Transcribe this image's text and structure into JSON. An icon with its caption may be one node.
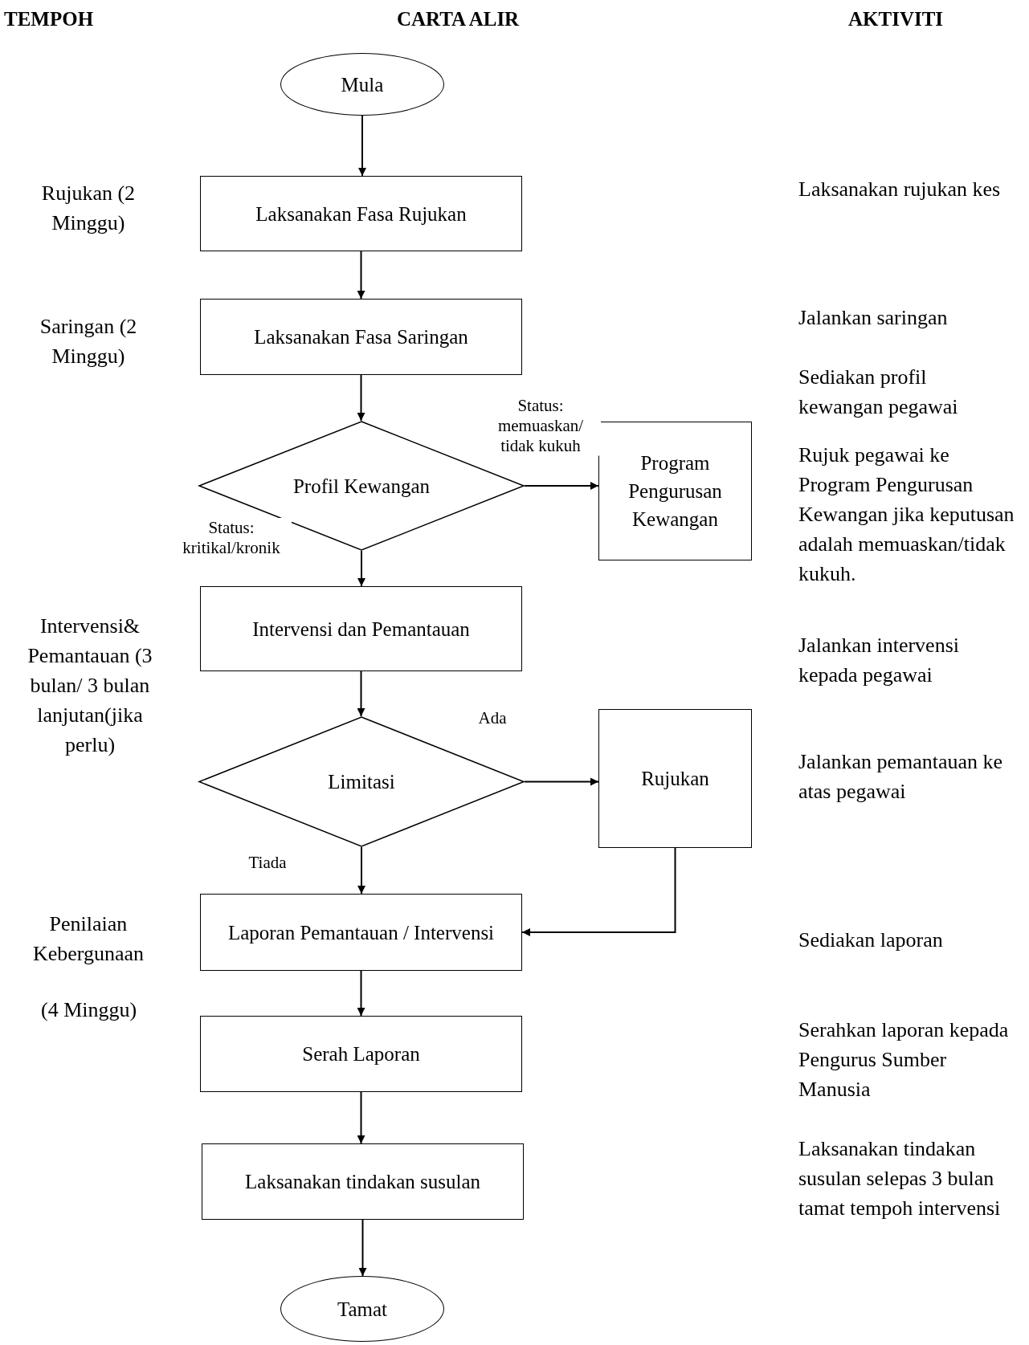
{
  "diagram": {
    "nodes": [
      {
        "text": [
          "Mula"
        ]
      },
      {
        "text": [
          "Laksanakan Fasa Rujukan"
        ]
      },
      {
        "text": [
          "Laksanakan Fasa Saringan"
        ]
      },
      {
        "text": [
          "Profil Kewangan"
        ]
      },
      {
        "text": [
          "Program Pengurusan Kewangan"
        ]
      },
      {
        "text": [
          "Intervensi dan Pemantauan"
        ]
      },
      {
        "text": [
          "Limitasi"
        ]
      },
      {
        "text": [
          "Rujukan"
        ]
      },
      {
        "text": [
          "Laporan Pemantauan / Intervensi"
        ]
      },
      {
        "text": [
          "Serah Laporan"
        ]
      },
      {
        "text": [
          "Laksanakan tindakan susulan"
        ]
      },
      {
        "text": [
          "Tamat"
        ]
      }
    ],
    "edges": [
      {
        "from": 0,
        "to": 1,
        "arrow": "to"
      },
      {
        "from": 1,
        "to": 2,
        "arrow": "to"
      },
      {
        "from": 2,
        "to": 3,
        "arrow": "to"
      },
      {
        "from": 3,
        "to": 4,
        "arrow": "to",
        "label": "Status: memuaskan/ tidak kukuh"
      },
      {
        "from": 3,
        "to": 5,
        "arrow": "to",
        "label": "Status: kritikal/kronik"
      },
      {
        "from": 5,
        "to": 6,
        "arrow": "to"
      },
      {
        "from": 6,
        "to": 7,
        "arrow": "to",
        "label": "Ada"
      },
      {
        "from": 6,
        "to": 8,
        "arrow": "to",
        "label": "Tiada"
      },
      {
        "from": 7,
        "to": 8,
        "arrow": "to"
      },
      {
        "from": 8,
        "to": 9,
        "arrow": "to"
      },
      {
        "from": 9,
        "to": 10,
        "arrow": "to"
      },
      {
        "from": 10,
        "to": 11,
        "arrow": "to"
      }
    ],
    "labels": [
      "TEMPOH",
      "CARTA ALIR",
      "AKTIVITI",
      "Rujukan (2 Minggu)",
      "Saringan (2 Minggu)",
      "Intervensi& Pemantauan (3 bulan/ 3 bulan lanjutan(jika perlu)",
      "Penilaian Kebergunaan",
      "(4 Minggu)",
      "Laksanakan rujukan kes",
      "Jalankan saringan",
      "Sediakan profil kewangan pegawai",
      "Rujuk pegawai ke Program Pengurusan Kewangan jika keputusan adalah memuaskan/tidak kukuh.",
      "Jalankan intervensi kepada pegawai",
      "Jalankan pemantauan ke atas pegawai",
      "Sediakan laporan",
      "Serahkan laporan kepada Pengurus Sumber Manusia",
      "Laksanakan tindakan susulan selepas 3 bulan tamat tempoh intervensi"
    ]
  }
}
